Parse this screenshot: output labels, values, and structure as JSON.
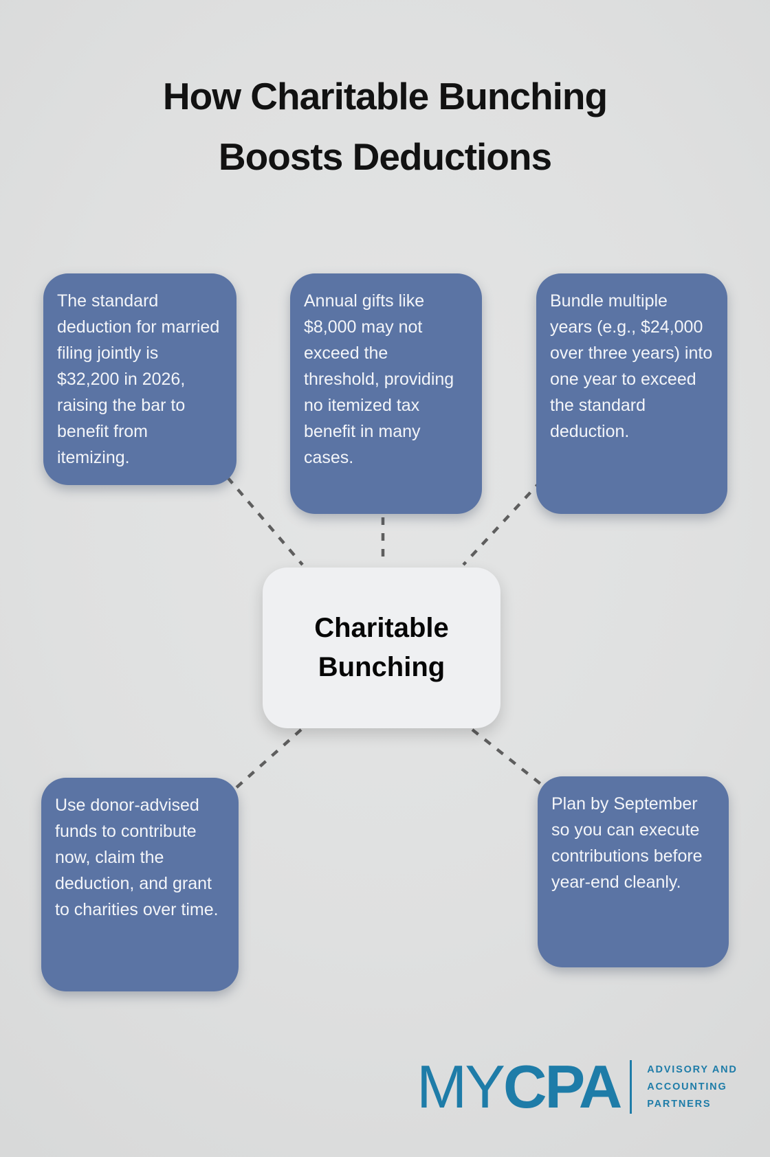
{
  "title": {
    "line1": "How Charitable Bunching",
    "line2": "Boosts Deductions"
  },
  "center": {
    "line1": "Charitable",
    "line2": "Bunching"
  },
  "nodes": [
    {
      "id": "standard-deduction",
      "text": "The standard deduction for married filing jointly is $32,200 in 2026, raising the bar to benefit from itemizing."
    },
    {
      "id": "annual-gifts",
      "text": "Annual gifts like $8,000 may not exceed the threshold, providing no itemized tax benefit in many cases."
    },
    {
      "id": "bundle-years",
      "text": "Bundle multiple years (e.g., $24,000 over three years) into one year to exceed the standard deduction."
    },
    {
      "id": "donor-advised-funds",
      "text": "Use donor-advised funds to contribute now, claim the deduction, and grant to charities over time."
    },
    {
      "id": "plan-by-september",
      "text": "Plan by September so you can execute contributions before year-end cleanly."
    }
  ],
  "logo": {
    "brand_thin": "MY",
    "brand_bold": "CPA",
    "tagline_line1": "ADVISORY AND",
    "tagline_line2": "ACCOUNTING",
    "tagline_line3": "PARTNERS"
  },
  "colors": {
    "background": "#dfe0e0",
    "node_fill": "#5b74a4",
    "node_text": "#f3f5f9",
    "center_fill": "#eff0f2",
    "title_text": "#121212",
    "connector": "#5e5e5e",
    "logo_blue": "#1e7ca8"
  }
}
